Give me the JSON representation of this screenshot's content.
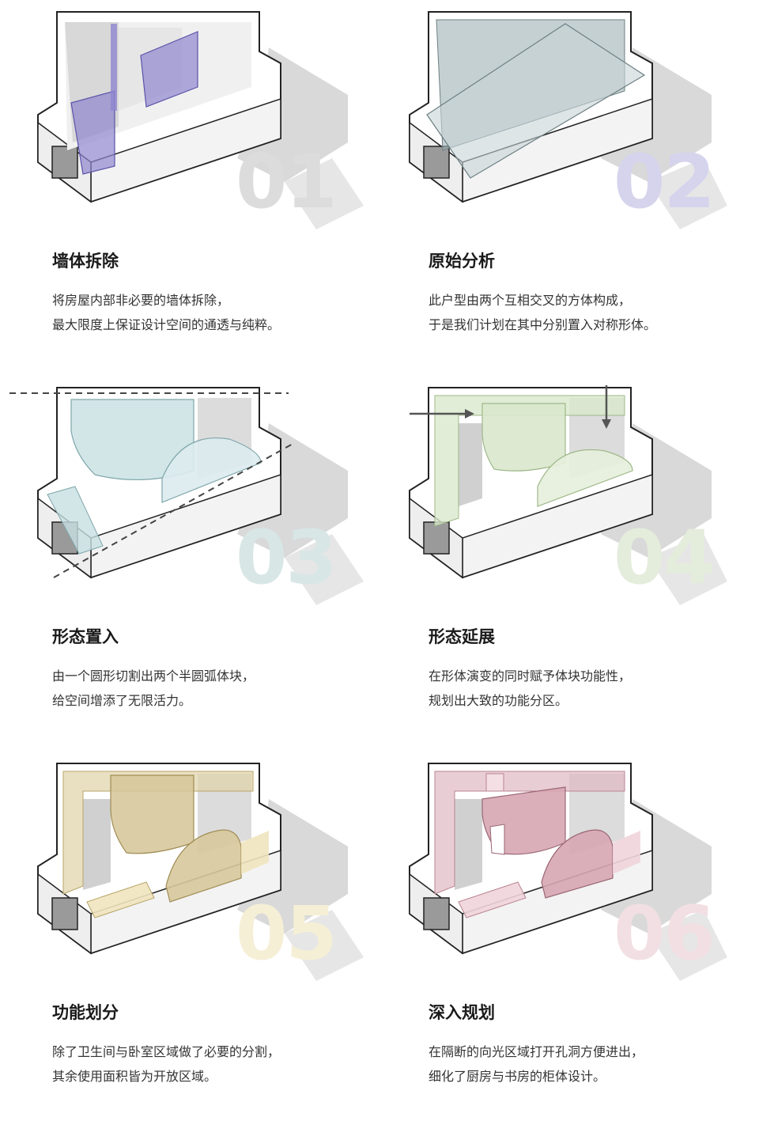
{
  "panels": [
    {
      "num": "01",
      "title": "墙体拆除",
      "lines": [
        "将房屋内部非必要的墙体拆除，",
        "最大限度上保证设计空间的通透与纯粹。"
      ],
      "accent": "#8f86cf",
      "num_color": "#dcdcdc"
    },
    {
      "num": "02",
      "title": "原始分析",
      "lines": [
        "此户型由两个互相交叉的方体构成，",
        "于是我们计划在其中分别置入对称形体。"
      ],
      "accent": "#9fb0b4",
      "num_color": "#d6d3ec"
    },
    {
      "num": "03",
      "title": "形态置入",
      "lines": [
        "由一个圆形切割出两个半圆弧体块，",
        "给空间增添了无限活力。"
      ],
      "accent": "#c7e0e2",
      "num_color": "#d8e6e6"
    },
    {
      "num": "04",
      "title": "形态延展",
      "lines": [
        "在形体演变的同时赋予体块功能性，",
        "规划出大致的功能分区。"
      ],
      "accent": "#d9e8cc",
      "num_color": "#e4ecdc"
    },
    {
      "num": "05",
      "title": "功能划分",
      "lines": [
        "除了卫生间与卧室区域做了必要的分割，",
        "其余使用面积皆为开放区域。"
      ],
      "accent": "#e0d3a8",
      "num_color": "#f5efd6"
    },
    {
      "num": "06",
      "title": "深入规划",
      "lines": [
        "在隔断的向光区域打开孔洞方便进出，",
        "细化了厨房与书房的柜体设计。"
      ],
      "accent": "#e0b8c3",
      "num_color": "#f2dfe3"
    }
  ]
}
